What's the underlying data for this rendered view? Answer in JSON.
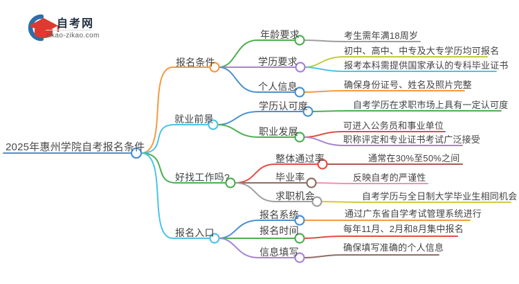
{
  "site": {
    "name": "自考网",
    "domain": "zikao-zikao.com"
  },
  "colors": {
    "blue": "#4a90d2",
    "orange": "#f59a3e",
    "green": "#4caf50",
    "cyan": "#4cc3e6",
    "purple": "#a583d6",
    "gray": "#9e9e9e",
    "yellow_green": "#c2cc3d",
    "yellow": "#d4c83e",
    "red": "#e64b42",
    "dark_red": "#a85a50",
    "brown": "#8d6e63",
    "pink": "#f48fb1",
    "logo_red": "#e0392f",
    "logo_blue": "#2d6fa8"
  },
  "mindmap": {
    "root": "2025年惠州学院自考报名条件",
    "branches": [
      {
        "label": "报名条件",
        "children": [
          {
            "label": "年龄要求",
            "leaves": [
              "考生需年满18周岁"
            ]
          },
          {
            "label": "学历要求",
            "leaves": [
              "初中、高中、中专及大专学历均可报名",
              "报考本科需提供国家承认的专科毕业证书"
            ]
          },
          {
            "label": "个人信息",
            "leaves": [
              "确保身份证号、姓名及照片完整"
            ]
          }
        ]
      },
      {
        "label": "就业前景",
        "children": [
          {
            "label": "学历认可度",
            "leaves": [
              "自考学历在求职市场上具有一定认可度"
            ]
          },
          {
            "label": "职业发展",
            "leaves": [
              "可进入公务员和事业单位",
              "职称评定和专业证书考试广泛接受"
            ]
          }
        ]
      },
      {
        "label": "好找工作吗?",
        "children": [
          {
            "label": "整体通过率",
            "leaves": [
              "通常在30%至50%之间"
            ]
          },
          {
            "label": "毕业率",
            "leaves": [
              "反映自考的严谨性"
            ]
          },
          {
            "label": "求职机会",
            "leaves": [
              "自考学历与全日制大学毕业生相同机会"
            ]
          }
        ]
      },
      {
        "label": "报名入口",
        "children": [
          {
            "label": "报名系统",
            "leaves": [
              "通过广东省自学考试管理系统进行"
            ]
          },
          {
            "label": "报名时间",
            "leaves": [
              "每年11月、2月和8月集中报名"
            ]
          },
          {
            "label": "信息填写",
            "leaves": [
              "确保填写准确的个人信息"
            ]
          }
        ]
      }
    ]
  }
}
